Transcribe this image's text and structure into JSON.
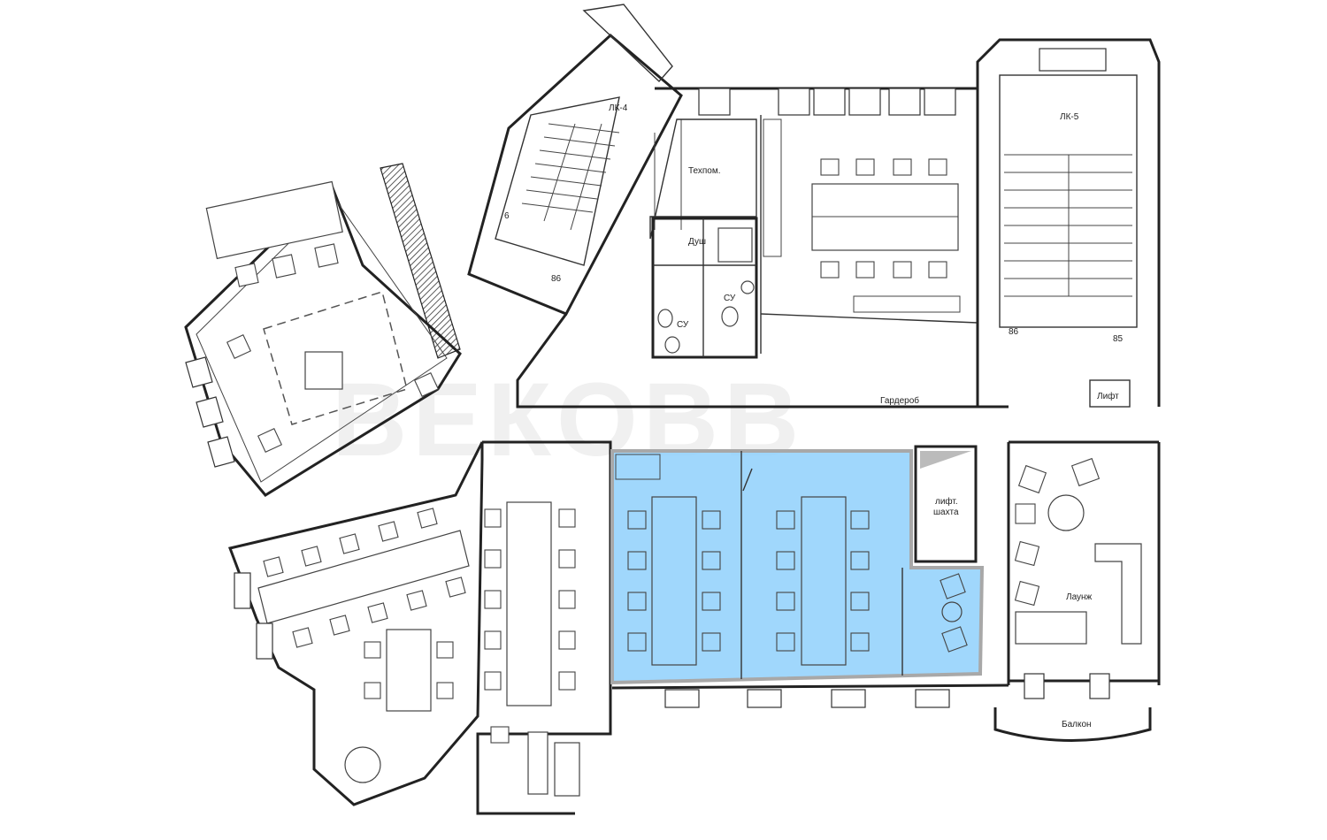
{
  "watermark": "ВЕКОВВ",
  "rooms": {
    "stair4": "ЛК-4",
    "stair5": "ЛК-5",
    "tech": "Техпом.",
    "shower": "Душ",
    "wc1": "СУ",
    "wc2": "СУ",
    "wardrobe": "Гардероб",
    "lift": "Лифт",
    "lift_shaft_1": "лифт.",
    "lift_shaft_2": "шахта",
    "lounge": "Лаунж",
    "balcony": "Балкон"
  },
  "marks": {
    "m6": "6",
    "m86a": "86",
    "m86b": "86",
    "m85": "85"
  }
}
